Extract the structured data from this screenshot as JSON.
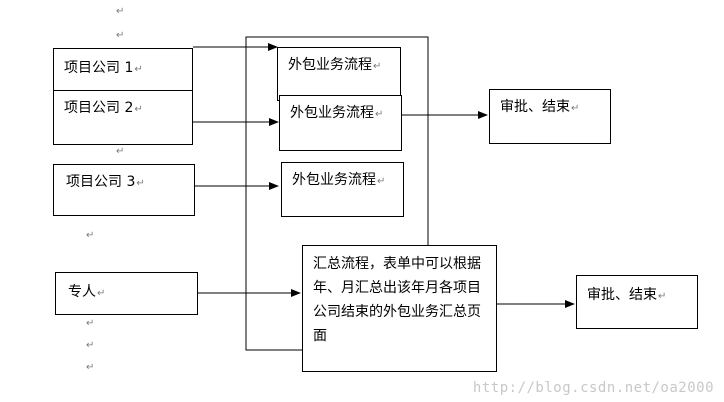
{
  "companies": [
    {
      "label": "项目公司 1"
    },
    {
      "label": "项目公司 2"
    },
    {
      "label": "项目公司 3"
    }
  ],
  "specialist": {
    "label": "专人"
  },
  "processes": [
    {
      "label": "外包业务流程"
    },
    {
      "label": "外包业务流程"
    },
    {
      "label": "外包业务流程"
    }
  ],
  "summary": {
    "label": "汇总流程，表单中可以根据年、月汇总出该年月各项目公司结束的外包业务汇总页面"
  },
  "approvals": [
    {
      "label": "审批、结束"
    },
    {
      "label": "审批、结束"
    }
  ],
  "paragraph_mark": "↵",
  "watermark": "http://blog.csdn.net/oa2000"
}
